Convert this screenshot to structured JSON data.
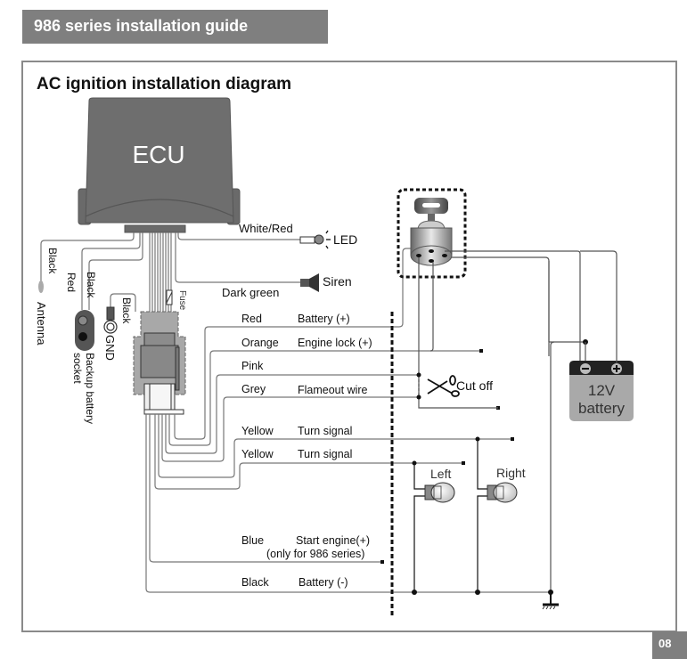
{
  "header": {
    "title": "986 series installation guide"
  },
  "diagram": {
    "title": "AC ignition installation diagram",
    "ecu_label": "ECU",
    "left_wires": {
      "antenna_wire": "Black",
      "antenna_label": "Antenna",
      "backup_red": "Red",
      "backup_black": "Black",
      "backup_label_1": "Backup battery",
      "backup_label_2": "socket",
      "gnd_wire": "Black",
      "gnd_label": "GND",
      "fuse_label": "Fuse"
    },
    "top_wires": {
      "led_wire": "White/Red",
      "led_label": "LED",
      "siren_wire": "Dark green",
      "siren_label": "Siren"
    },
    "wires": [
      {
        "color": "Red",
        "function": "Battery (+)"
      },
      {
        "color": "Orange",
        "function": "Engine lock (+)"
      },
      {
        "color": "Pink",
        "function": ""
      },
      {
        "color": "Grey",
        "function": "Flameout wire"
      },
      {
        "color": "Yellow",
        "function": "Turn signal"
      },
      {
        "color": "Yellow",
        "function": "Turn signal"
      },
      {
        "color": "Blue",
        "function": "Start engine(+)",
        "note": "(only for 986 series)"
      },
      {
        "color": "Black",
        "function": "Battery (-)"
      }
    ],
    "cut_off_label": "Cut off",
    "battery": {
      "line1": "12V",
      "line2": "battery",
      "neg": "−",
      "pos": "+"
    },
    "lamps": {
      "left": "Left",
      "right": "Right"
    }
  },
  "footer": {
    "page_number": "08"
  }
}
